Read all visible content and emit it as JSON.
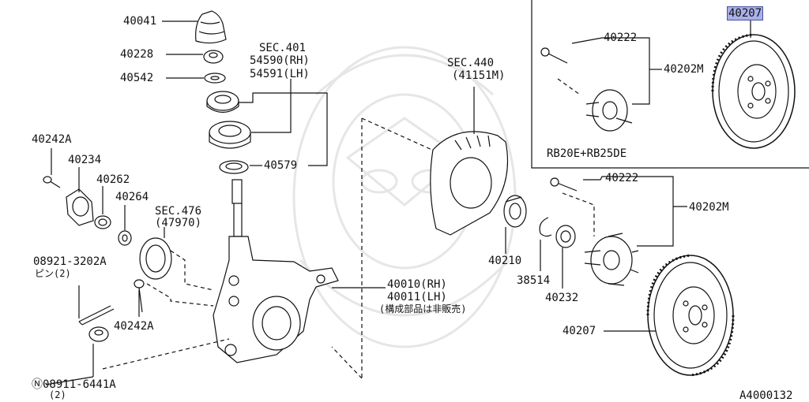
{
  "labels": {
    "p40041": "40041",
    "p40228": "40228",
    "p40542": "40542",
    "sec401": "SEC.401",
    "p54590": "54590(RH)",
    "p54591": "54591(LH)",
    "p40242a_top": "40242A",
    "p40234": "40234",
    "p40262": "40262",
    "p40264": "40264",
    "p40579": "40579",
    "sec476": "SEC.476",
    "p47970": "(47970)",
    "p08921": "08921-3202A",
    "pin2": "ピン(2)",
    "p40242a_bot": "40242A",
    "p08911": "Ⓝ08911-6441A",
    "qty2": "(2)",
    "p40010": "40010(RH)",
    "p40011": "40011(LH)",
    "not_sold": "(構成部品は非販売)",
    "sec440": "SEC.440",
    "p41151m": "(41151M)",
    "p40210": "40210",
    "p38514": "38514",
    "p40232": "40232",
    "p40222_low": "40222",
    "p40202m_low": "40202M",
    "p40207_low": "40207",
    "p40222_top": "40222",
    "p40202m_top": "40202M",
    "p40207_top": "40207",
    "engine": "RB20E+RB25DE",
    "code": "A4000132"
  },
  "colors": {
    "line": "#111111",
    "highlight": "#a9b0e8",
    "watermark": "#e6e6e6"
  }
}
